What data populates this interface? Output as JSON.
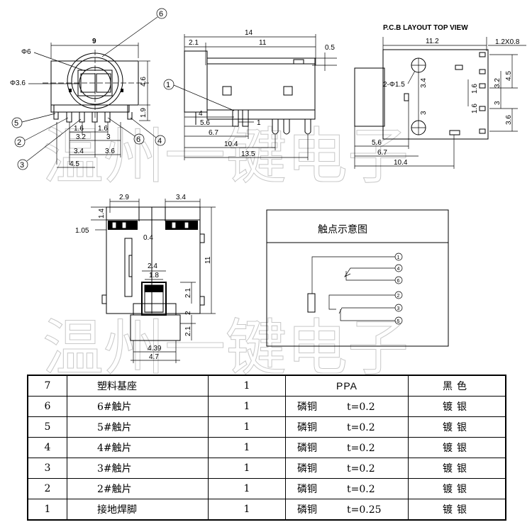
{
  "watermark": "温州一键电子",
  "views": {
    "front": {
      "callouts": [
        "6",
        "1",
        "5",
        "2",
        "3",
        "6",
        "4"
      ],
      "dims": {
        "width": "9",
        "big_hole": "Φ6",
        "small_hole": "Φ3.6",
        "height": "4.6",
        "pin_down": "1.9",
        "p16a": "1.6",
        "p16b": "1.6",
        "p32": "3.2",
        "p3": "3",
        "p34": "3.4",
        "p36": "3.6",
        "p45": "4.5"
      }
    },
    "side": {
      "dims": {
        "total": "14",
        "front": "2.1",
        "body": "11",
        "top": "0.5",
        "d4": "4",
        "d56": "5.6",
        "d1": "1",
        "d67": "6.7",
        "d104": "10.4",
        "d135": "13.5"
      }
    },
    "pcb": {
      "title": "P.C.B LAYOUT   TOP VIEW",
      "dims": {
        "w": "11.2",
        "slot": "1.2X0.8",
        "hole": "2-Φ1.5",
        "v34": "3.4",
        "v3": "3",
        "v16a": "1.6",
        "v16b": "1.6",
        "r45": "4.5",
        "r32": "3.2",
        "r3": "3",
        "r36": "3.6",
        "b56": "5.6",
        "b67": "6.7",
        "b104": "10.4"
      }
    },
    "bottom": {
      "dims": {
        "left": "2.9",
        "right": "3.4",
        "h14": "1.4",
        "h105": "1.05",
        "gap": "0.4",
        "w24": "2.4",
        "w18": "1.8",
        "h11": "11",
        "h21a": "2.1",
        "h2": "2",
        "h21b": "2.1",
        "w439": "4.39",
        "w47": "4.7"
      }
    },
    "contact": {
      "title": "触点示意图",
      "labels": [
        "1",
        "4",
        "6",
        "2",
        "3",
        "5"
      ]
    }
  },
  "bom": [
    {
      "no": "7",
      "name": "塑料基座",
      "qty": "1",
      "material": "PPA",
      "thickness": "",
      "finish": "黑色"
    },
    {
      "no": "6",
      "name": "6#触片",
      "qty": "1",
      "material": "磷铜",
      "thickness": "t=0.2",
      "finish": "镀银"
    },
    {
      "no": "5",
      "name": "5#触片",
      "qty": "1",
      "material": "磷铜",
      "thickness": "t=0.2",
      "finish": "镀银"
    },
    {
      "no": "4",
      "name": "4#触片",
      "qty": "1",
      "material": "磷铜",
      "thickness": "t=0.2",
      "finish": "镀银"
    },
    {
      "no": "3",
      "name": "3#触片",
      "qty": "1",
      "material": "磷铜",
      "thickness": "t=0.2",
      "finish": "镀银"
    },
    {
      "no": "2",
      "name": "2#触片",
      "qty": "1",
      "material": "磷铜",
      "thickness": "t=0.2",
      "finish": "镀银"
    },
    {
      "no": "1",
      "name": "接地焊脚",
      "qty": "1",
      "material": "磷铜",
      "thickness": "t=0.25",
      "finish": "镀银"
    }
  ]
}
